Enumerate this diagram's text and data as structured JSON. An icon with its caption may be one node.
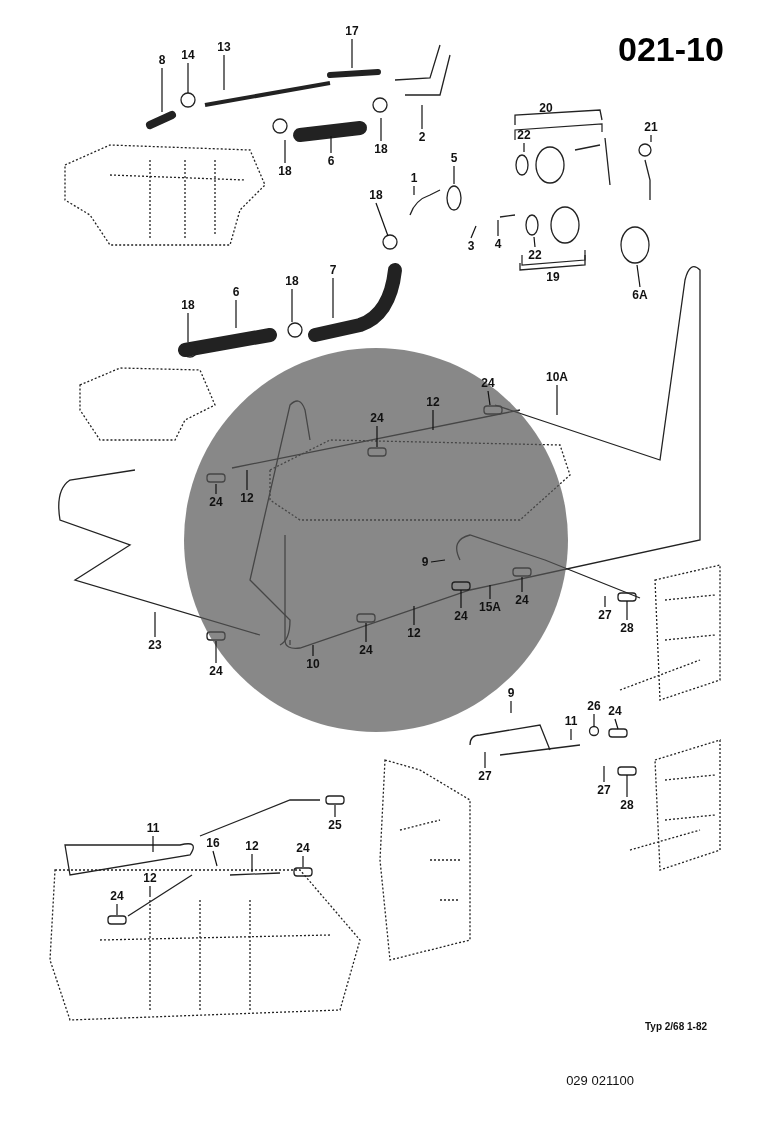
{
  "diagram": {
    "title": "021-10",
    "nodes": [
      {
        "text": [
          "8"
        ]
      },
      {
        "text": [
          "14"
        ]
      },
      {
        "text": [
          "13"
        ]
      },
      {
        "text": [
          "17"
        ]
      },
      {
        "text": [
          "18"
        ]
      },
      {
        "text": [
          "6"
        ]
      },
      {
        "text": [
          "18"
        ]
      },
      {
        "text": [
          "2"
        ]
      },
      {
        "text": [
          "22"
        ]
      },
      {
        "text": [
          "21"
        ]
      },
      {
        "text": [
          "1"
        ]
      },
      {
        "text": [
          "5"
        ]
      },
      {
        "text": [
          "18"
        ]
      },
      {
        "text": [
          "3"
        ]
      },
      {
        "text": [
          "4"
        ]
      },
      {
        "text": [
          "22"
        ]
      },
      {
        "text": [
          "6A"
        ]
      },
      {
        "text": [
          "18"
        ]
      },
      {
        "text": [
          "6"
        ]
      },
      {
        "text": [
          "18"
        ]
      },
      {
        "text": [
          "7"
        ]
      },
      {
        "text": [
          "24"
        ]
      },
      {
        "text": [
          "10A"
        ]
      },
      {
        "text": [
          "24"
        ]
      },
      {
        "text": [
          "12"
        ]
      },
      {
        "text": [
          "24"
        ]
      },
      {
        "text": [
          "12"
        ]
      },
      {
        "text": [
          "9"
        ]
      },
      {
        "text": [
          "23"
        ]
      },
      {
        "text": [
          "24"
        ]
      },
      {
        "text": [
          "10"
        ]
      },
      {
        "text": [
          "24"
        ]
      },
      {
        "text": [
          "12"
        ]
      },
      {
        "text": [
          "24"
        ]
      },
      {
        "text": [
          "15A"
        ]
      },
      {
        "text": [
          "24"
        ]
      },
      {
        "text": [
          "27"
        ]
      },
      {
        "text": [
          "28"
        ]
      },
      {
        "text": [
          "9"
        ]
      },
      {
        "text": [
          "11"
        ]
      },
      {
        "text": [
          "26"
        ]
      },
      {
        "text": [
          "24"
        ]
      },
      {
        "text": [
          "27"
        ]
      },
      {
        "text": [
          "27"
        ]
      },
      {
        "text": [
          "28"
        ]
      },
      {
        "text": [
          "11"
        ]
      },
      {
        "text": [
          "25"
        ]
      },
      {
        "text": [
          "16"
        ]
      },
      {
        "text": [
          "12"
        ]
      },
      {
        "text": [
          "24"
        ]
      },
      {
        "text": [
          "24"
        ]
      },
      {
        "text": [
          "12"
        ]
      },
      {
        "text": [],
        "shape": "bar"
      },
      {
        "text": [],
        "shape": "bar"
      },
      {
        "text": [],
        "shape": "circle"
      },
      {
        "text": [],
        "shape": "bar"
      },
      {
        "text": [],
        "shape": "bar"
      }
    ],
    "edges": [
      {
        "from": 0,
        "to": null,
        "arrow": "none"
      },
      {
        "from": 1,
        "to": null,
        "arrow": "none"
      },
      {
        "from": 2,
        "to": null,
        "arrow": "none"
      },
      {
        "from": 3,
        "to": null,
        "arrow": "none"
      },
      {
        "from": 4,
        "to": null,
        "arrow": "none"
      },
      {
        "from": 5,
        "to": null,
        "arrow": "none"
      },
      {
        "from": 6,
        "to": null,
        "arrow": "none"
      },
      {
        "from": 7,
        "to": null,
        "arrow": "none"
      },
      {
        "from": 8,
        "to": null,
        "arrow": "none"
      },
      {
        "from": 9,
        "to": null,
        "arrow": "none"
      },
      {
        "from": 10,
        "to": null,
        "arrow": "none"
      },
      {
        "from": 11,
        "to": null,
        "arrow": "none"
      },
      {
        "from": 12,
        "to": null,
        "arrow": "none"
      },
      {
        "from": 13,
        "to": null,
        "arrow": "none"
      },
      {
        "from": 14,
        "to": null,
        "arrow": "none"
      },
      {
        "from": 15,
        "to": null,
        "arrow": "none"
      },
      {
        "from": 16,
        "to": null,
        "arrow": "none"
      },
      {
        "from": 17,
        "to": null,
        "arrow": "none"
      },
      {
        "from": 18,
        "to": null,
        "arrow": "none"
      },
      {
        "from": 19,
        "to": null,
        "arrow": "none"
      },
      {
        "from": 20,
        "to": null,
        "arrow": "none"
      },
      {
        "from": 21,
        "to": null,
        "arrow": "none"
      },
      {
        "from": 22,
        "to": null,
        "arrow": "none"
      },
      {
        "from": 23,
        "to": null,
        "arrow": "none"
      },
      {
        "from": 24,
        "to": null,
        "arrow": "none"
      },
      {
        "from": 25,
        "to": null,
        "arrow": "none"
      },
      {
        "from": 26,
        "to": null,
        "arrow": "none"
      },
      {
        "from": 27,
        "to": null,
        "arrow": "none"
      },
      {
        "from": 28,
        "to": null,
        "arrow": "none"
      },
      {
        "from": 29,
        "to": null,
        "arrow": "none"
      },
      {
        "from": 30,
        "to": null,
        "arrow": "none"
      },
      {
        "from": 31,
        "to": null,
        "arrow": "none"
      },
      {
        "from": 32,
        "to": null,
        "arrow": "none"
      },
      {
        "from": 33,
        "to": 52,
        "arrow": "none"
      },
      {
        "from": 34,
        "to": null,
        "arrow": "none"
      },
      {
        "from": 35,
        "to": null,
        "arrow": "none"
      },
      {
        "from": 36,
        "to": null,
        "arrow": "none"
      },
      {
        "from": 37,
        "to": 53,
        "arrow": "none"
      },
      {
        "from": 38,
        "to": null,
        "arrow": "none"
      },
      {
        "from": 39,
        "to": null,
        "arrow": "none"
      },
      {
        "from": 40,
        "to": 54,
        "arrow": "none"
      },
      {
        "from": 41,
        "to": 55,
        "arrow": "none"
      },
      {
        "from": 42,
        "to": null,
        "arrow": "none"
      },
      {
        "from": 43,
        "to": null,
        "arrow": "none"
      },
      {
        "from": 44,
        "to": 56,
        "arrow": "none"
      },
      {
        "from": 45,
        "to": null,
        "arrow": "none"
      },
      {
        "from": 46,
        "to": null,
        "arrow": "none"
      },
      {
        "from": 47,
        "to": null,
        "arrow": "none"
      },
      {
        "from": 48,
        "to": null,
        "arrow": "none"
      },
      {
        "from": 49,
        "to": null,
        "arrow": "none"
      },
      {
        "from": 50,
        "to": null,
        "arrow": "none"
      },
      {
        "from": 51,
        "to": null,
        "arrow": "none"
      }
    ],
    "labels": [
      "20",
      "19",
      "Typ 2/68 1-82",
      "029 021100"
    ]
  }
}
